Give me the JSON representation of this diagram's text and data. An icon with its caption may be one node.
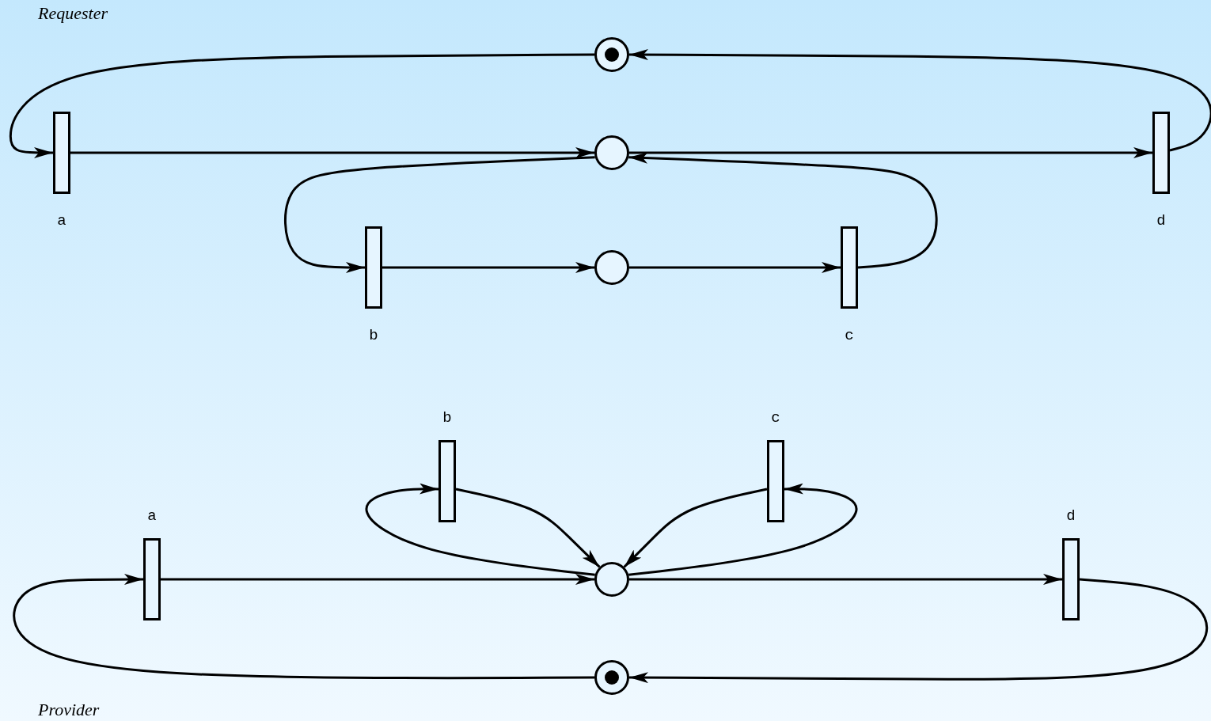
{
  "diagram": {
    "nodes": [
      {
        "text": [],
        "shape": "circle"
      },
      {
        "text": [],
        "shape": "circle",
        "in": 0
      },
      {
        "text": [],
        "shape": "bar",
        "beside": [
          "a"
        ]
      },
      {
        "text": [],
        "shape": "circle"
      },
      {
        "text": [],
        "shape": "bar",
        "beside": [
          "d"
        ]
      },
      {
        "text": [],
        "shape": "bar",
        "beside": [
          "b"
        ]
      },
      {
        "text": [],
        "shape": "circle"
      },
      {
        "text": [],
        "shape": "bar",
        "beside": [
          "c"
        ]
      },
      {
        "text": [],
        "shape": "bar",
        "beside": [
          "b"
        ]
      },
      {
        "text": [],
        "shape": "bar",
        "beside": [
          "c"
        ]
      },
      {
        "text": [],
        "shape": "bar",
        "beside": [
          "a"
        ]
      },
      {
        "text": [],
        "shape": "circle"
      },
      {
        "text": [],
        "shape": "bar",
        "beside": [
          "d"
        ]
      },
      {
        "text": [],
        "shape": "circle"
      },
      {
        "text": [],
        "shape": "circle",
        "in": 13
      }
    ],
    "edges": [
      {
        "from": 0,
        "to": 2,
        "arrow": "to"
      },
      {
        "from": 2,
        "to": 3,
        "arrow": "to"
      },
      {
        "from": 3,
        "to": 4,
        "arrow": "to"
      },
      {
        "from": 4,
        "to": 0,
        "arrow": "to"
      },
      {
        "from": 3,
        "to": 5,
        "arrow": "to"
      },
      {
        "from": 5,
        "to": 6,
        "arrow": "to"
      },
      {
        "from": 6,
        "to": 7,
        "arrow": "to"
      },
      {
        "from": 7,
        "to": 3,
        "arrow": "to"
      },
      {
        "from": 8,
        "to": 11,
        "arrow": "to"
      },
      {
        "from": 11,
        "to": 8,
        "arrow": "to"
      },
      {
        "from": 9,
        "to": 11,
        "arrow": "to"
      },
      {
        "from": 11,
        "to": 9,
        "arrow": "to"
      },
      {
        "from": 10,
        "to": 11,
        "arrow": "to"
      },
      {
        "from": 11,
        "to": 12,
        "arrow": "to"
      },
      {
        "from": 12,
        "to": 13,
        "arrow": "to"
      },
      {
        "from": 13,
        "to": 10,
        "arrow": "to"
      }
    ],
    "labels": [
      "Requester",
      "Provider"
    ]
  }
}
